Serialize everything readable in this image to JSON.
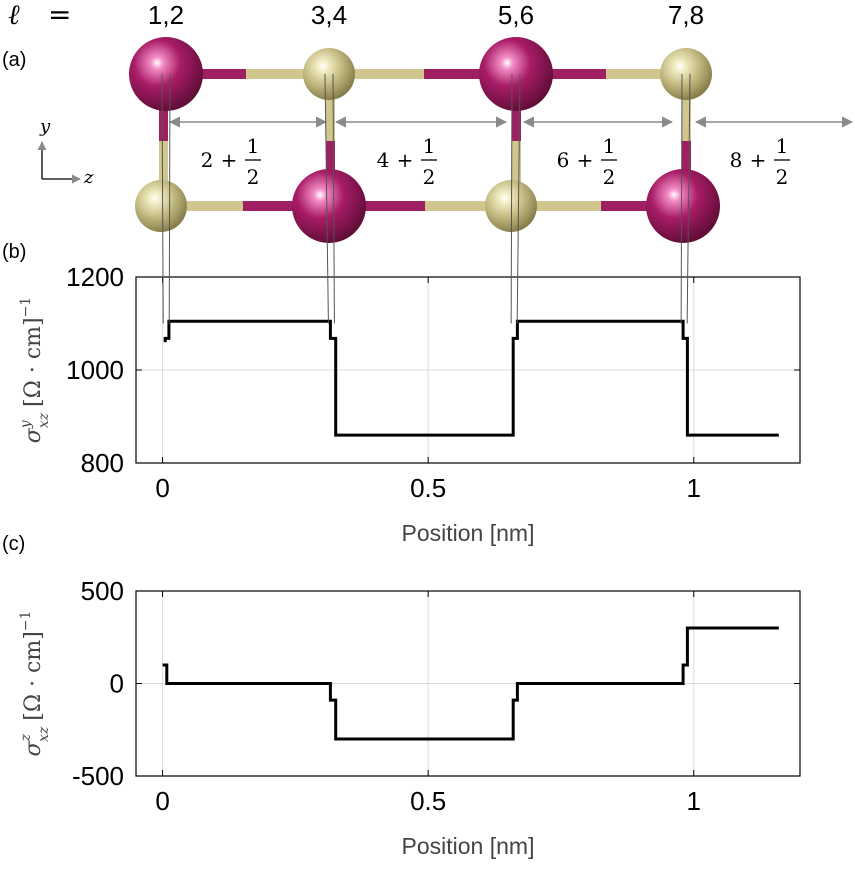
{
  "panel_a": {
    "label": "(a)",
    "ell_symbol": "ℓ",
    "ell_equals": "=",
    "layer_labels": [
      "1,2",
      "3,4",
      "5,6",
      "7,8"
    ],
    "axis_y": "y",
    "axis_z": "z",
    "spacings": [
      {
        "integer": "2",
        "plus": "+",
        "num": "1",
        "den": "2"
      },
      {
        "integer": "4",
        "plus": "+",
        "num": "1",
        "den": "2"
      },
      {
        "integer": "6",
        "plus": "+",
        "num": "1",
        "den": "2"
      },
      {
        "integer": "8",
        "plus": "+",
        "num": "1",
        "den": "2"
      }
    ],
    "colors": {
      "large_atom": "#8c1a55",
      "small_atom": "#c9c08a",
      "bond_large": "#a01e62",
      "bond_small": "#cfc78e",
      "arrow": "#8a8a8a"
    }
  },
  "chart_data": [
    {
      "panel": "(b)",
      "type": "line",
      "xlabel": "Position [nm]",
      "ylabel": "σ^y_xz [Ω·cm]^-1",
      "ylabel_parts": {
        "sym": "σ",
        "sup": "y",
        "sub": "xz",
        "unit": "[Ω · cm]",
        "exp": "−1"
      },
      "xlim": [
        -0.05,
        1.2
      ],
      "ylim": [
        800,
        1200
      ],
      "xticks": [
        0,
        0.5,
        1
      ],
      "xtick_labels": [
        "0",
        "0.5",
        "1"
      ],
      "yticks": [
        800,
        1000,
        1200
      ],
      "ytick_labels": [
        "800",
        "1000",
        "1200"
      ],
      "grid": true,
      "line_color": "#000000",
      "x": [
        0.005,
        0.005,
        0.012,
        0.012,
        0.316,
        0.316,
        0.326,
        0.326,
        0.66,
        0.66,
        0.668,
        0.668,
        0.98,
        0.98,
        0.988,
        0.988,
        1.16
      ],
      "y": [
        1060,
        1068,
        1068,
        1105,
        1105,
        1068,
        1068,
        860,
        860,
        1068,
        1068,
        1105,
        1105,
        1068,
        1068,
        860,
        860
      ]
    },
    {
      "panel": "(c)",
      "type": "line",
      "xlabel": "Position [nm]",
      "ylabel": "σ^z_xz [Ω·cm]^-1",
      "ylabel_parts": {
        "sym": "σ",
        "sup": "z",
        "sub": "xz",
        "unit": "[Ω · cm]",
        "exp": "−1"
      },
      "xlim": [
        -0.05,
        1.2
      ],
      "ylim": [
        -500,
        500
      ],
      "xticks": [
        0,
        0.5,
        1
      ],
      "xtick_labels": [
        "0",
        "0.5",
        "1"
      ],
      "yticks": [
        -500,
        0,
        500
      ],
      "ytick_labels": [
        "-500",
        "0",
        "500"
      ],
      "grid": true,
      "line_color": "#000000",
      "x": [
        0.0,
        0.008,
        0.008,
        0.316,
        0.316,
        0.326,
        0.326,
        0.66,
        0.66,
        0.668,
        0.668,
        0.98,
        0.98,
        0.988,
        0.988,
        1.16
      ],
      "y": [
        100,
        100,
        0,
        0,
        -90,
        -90,
        -300,
        -300,
        -90,
        -90,
        0,
        0,
        100,
        100,
        300,
        300
      ]
    }
  ],
  "panel_b_label": "(b)",
  "panel_c_label": "(c)"
}
